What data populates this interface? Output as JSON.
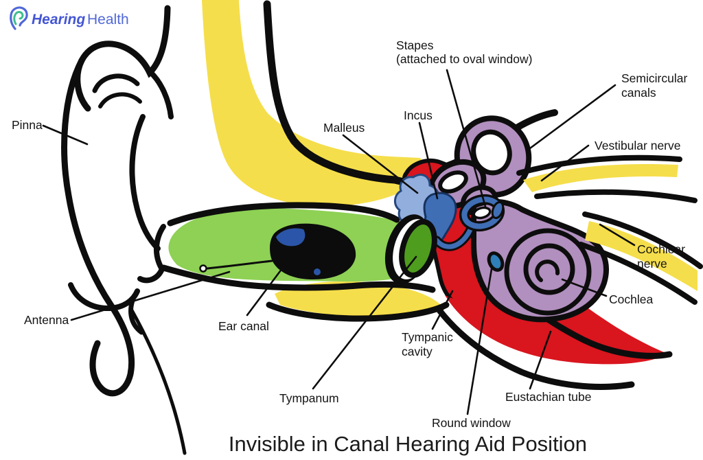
{
  "logo": {
    "brand_bold": "Hearing",
    "brand_regular": "Health"
  },
  "title": "Invisible in Canal Hearing Aid Position",
  "labels": {
    "pinna": "Pinna",
    "antenna": "Antenna",
    "ear_canal": "Ear canal",
    "tympanum": "Tympanum",
    "malleus": "Malleus",
    "incus": "Incus",
    "stapes_line1": "Stapes",
    "stapes_line2": "(attached to oval window)",
    "semicircular_line1": "Semicircular",
    "semicircular_line2": "canals",
    "vestibular_nerve": "Vestibular nerve",
    "cochlear_nerve_line1": "Cochlear",
    "cochlear_nerve_line2": "nerve",
    "cochlea": "Cochlea",
    "tympanic_cavity_line1": "Tympanic",
    "tympanic_cavity_line2": "cavity",
    "round_window": "Round window",
    "eustachian_tube": "Eustachian tube"
  },
  "colors": {
    "bone_yellow": "#F5DE4B",
    "canal_green": "#8ED154",
    "tympanum_green": "#4F9D1E",
    "cavity_red": "#D9151E",
    "inner_ear_purple": "#B18FBE",
    "malleus_blue": "#92AEDC",
    "incus_stapes_blue": "#3F6EB5",
    "round_window_blue": "#2E7FBA",
    "aid_highlight_blue": "#2B55A8",
    "outline_black": "#0d0d0d",
    "logo_blue_bold": "#4456D4",
    "logo_blue": "#5068D8",
    "logo_green": "#3DBE8E",
    "label_color": "#131313",
    "background": "#FFFFFF"
  }
}
